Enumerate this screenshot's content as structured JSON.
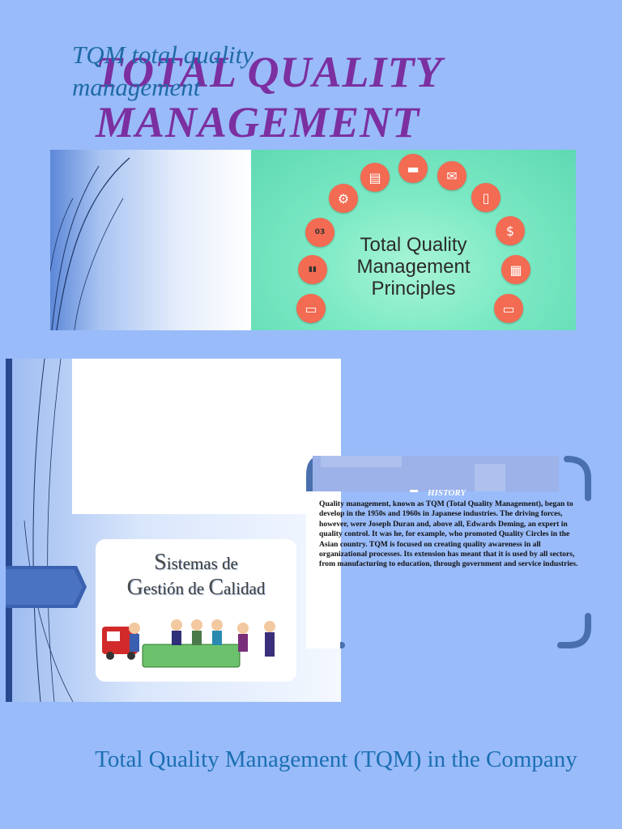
{
  "title": "TOTAL QUALITY MANAGEMENT",
  "banner": {
    "principles_title": "Total Quality Management Principles",
    "icons": [
      {
        "name": "chart-icon",
        "glyph": "▮▮"
      },
      {
        "name": "wallet-icon",
        "glyph": "▭"
      },
      {
        "name": "calendar-icon",
        "glyph": "03"
      },
      {
        "name": "gear-icon",
        "glyph": "⚙"
      },
      {
        "name": "book-icon",
        "glyph": "▤"
      },
      {
        "name": "card-icon",
        "glyph": "▬"
      },
      {
        "name": "mail-icon",
        "glyph": "✉"
      },
      {
        "name": "phone-icon",
        "glyph": "▯"
      },
      {
        "name": "money-bag-icon",
        "glyph": "$"
      },
      {
        "name": "calculator-icon",
        "glyph": "▦"
      },
      {
        "name": "monitor-icon",
        "glyph": "▭"
      }
    ],
    "accent_color": "#f26b52"
  },
  "slide2": {
    "heading": "TQM total quality management",
    "card_line1_cap": "S",
    "card_line1_rest": "istemas de",
    "card_line2_cap1": "G",
    "card_line2_mid": "estión de ",
    "card_line2_cap2": "C",
    "card_line2_rest": "alidad"
  },
  "history": {
    "label": "HISTORY",
    "body": "Quality management, known as TQM (Total Quality Management), began to develop in the 1950s and 1960s in Japanese industries. The driving forces, however, were Joseph Duran and, above all, Edwards Deming, an expert in quality control. It was he, for example, who promoted Quality Circles in the Asian country. TQM is focused on creating quality awareness in all organizational processes. Its extension has meant that it is used by all sectors, from manufacturing to education, through government and service industries."
  },
  "footer": {
    "title": "Total Quality Management (TQM) in the Company"
  },
  "colors": {
    "page_bg": "#99bbf9",
    "title": "#7b2fa0",
    "heading_blue": "#1e6aa6",
    "footer_blue": "#1b6fb3",
    "frame_navy": "#27488f"
  }
}
